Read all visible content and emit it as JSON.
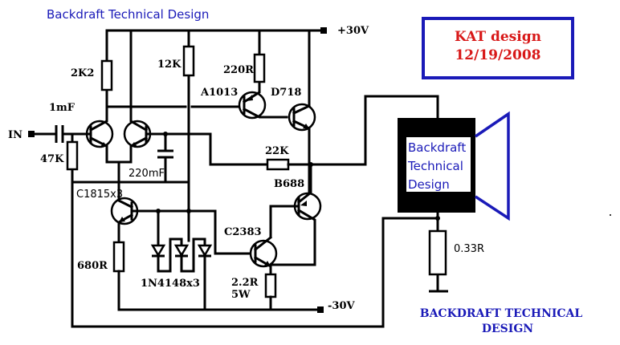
{
  "title": "Backdraft Technical Design",
  "stamp": {
    "line1": "KAT design",
    "line2": "12/19/2008",
    "border_color": "#1a1ab8",
    "text_color": "#d81818"
  },
  "rails": {
    "positive": "+30V",
    "negative": "-30V"
  },
  "input": {
    "label": "IN"
  },
  "components": {
    "r_2k2": "2K2",
    "r_12k": "12K",
    "r_220r": "220R",
    "r_47k": "47K",
    "r_22k": "22K",
    "r_680r": "680R",
    "r_2_2r": "2.2R",
    "r_2_2r_power": "5W",
    "r_033r": "0.33R",
    "c_1mf": "1mF",
    "c_220mf": "220mF",
    "q_a1013": "A1013",
    "q_d718": "D718",
    "q_b688": "B688",
    "q_c2383": "C2383",
    "q_c1815": "C1815x3",
    "d_1n4148": "1N4148x3"
  },
  "speaker": {
    "label_line1": "Backdraft",
    "label_line2": "Technical",
    "label_line3": "Design",
    "cone_color": "#1a1ab8"
  },
  "footer": {
    "line1": "BACKDRAFT TECHNICAL",
    "line2": "DESIGN"
  }
}
